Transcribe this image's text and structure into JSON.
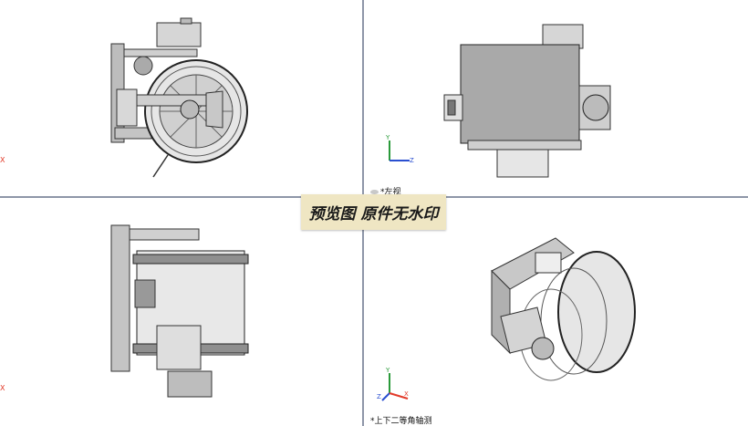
{
  "viewports": {
    "top_left": {
      "axis_x_label": "X"
    },
    "top_right": {
      "view_name": "*左视",
      "axis_y_label": "Y",
      "axis_z_label": "Z"
    },
    "bottom_left": {
      "axis_x_label": "X"
    },
    "bottom_right": {
      "view_name": "*上下二等角轴测",
      "axis_y_label": "Y",
      "axis_z_label": "Z",
      "axis_x_label": "X"
    }
  },
  "watermark": {
    "text": "预览图 原件无水印"
  },
  "colors": {
    "splitter": "#8e96a8",
    "axis_x": "#e23b2a",
    "axis_y": "#2a9a3a",
    "axis_z": "#2a4fd0",
    "watermark_bg": "#efe6c3"
  }
}
